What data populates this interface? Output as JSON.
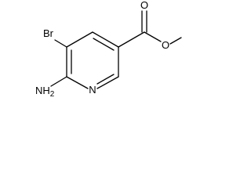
{
  "molecule": {
    "atoms": {
      "bromine": "Br",
      "ring_nitrogen": "N",
      "amino": "NH",
      "amino_subscript": "2",
      "carbonyl_oxygen": "O",
      "ester_oxygen": "O"
    }
  }
}
